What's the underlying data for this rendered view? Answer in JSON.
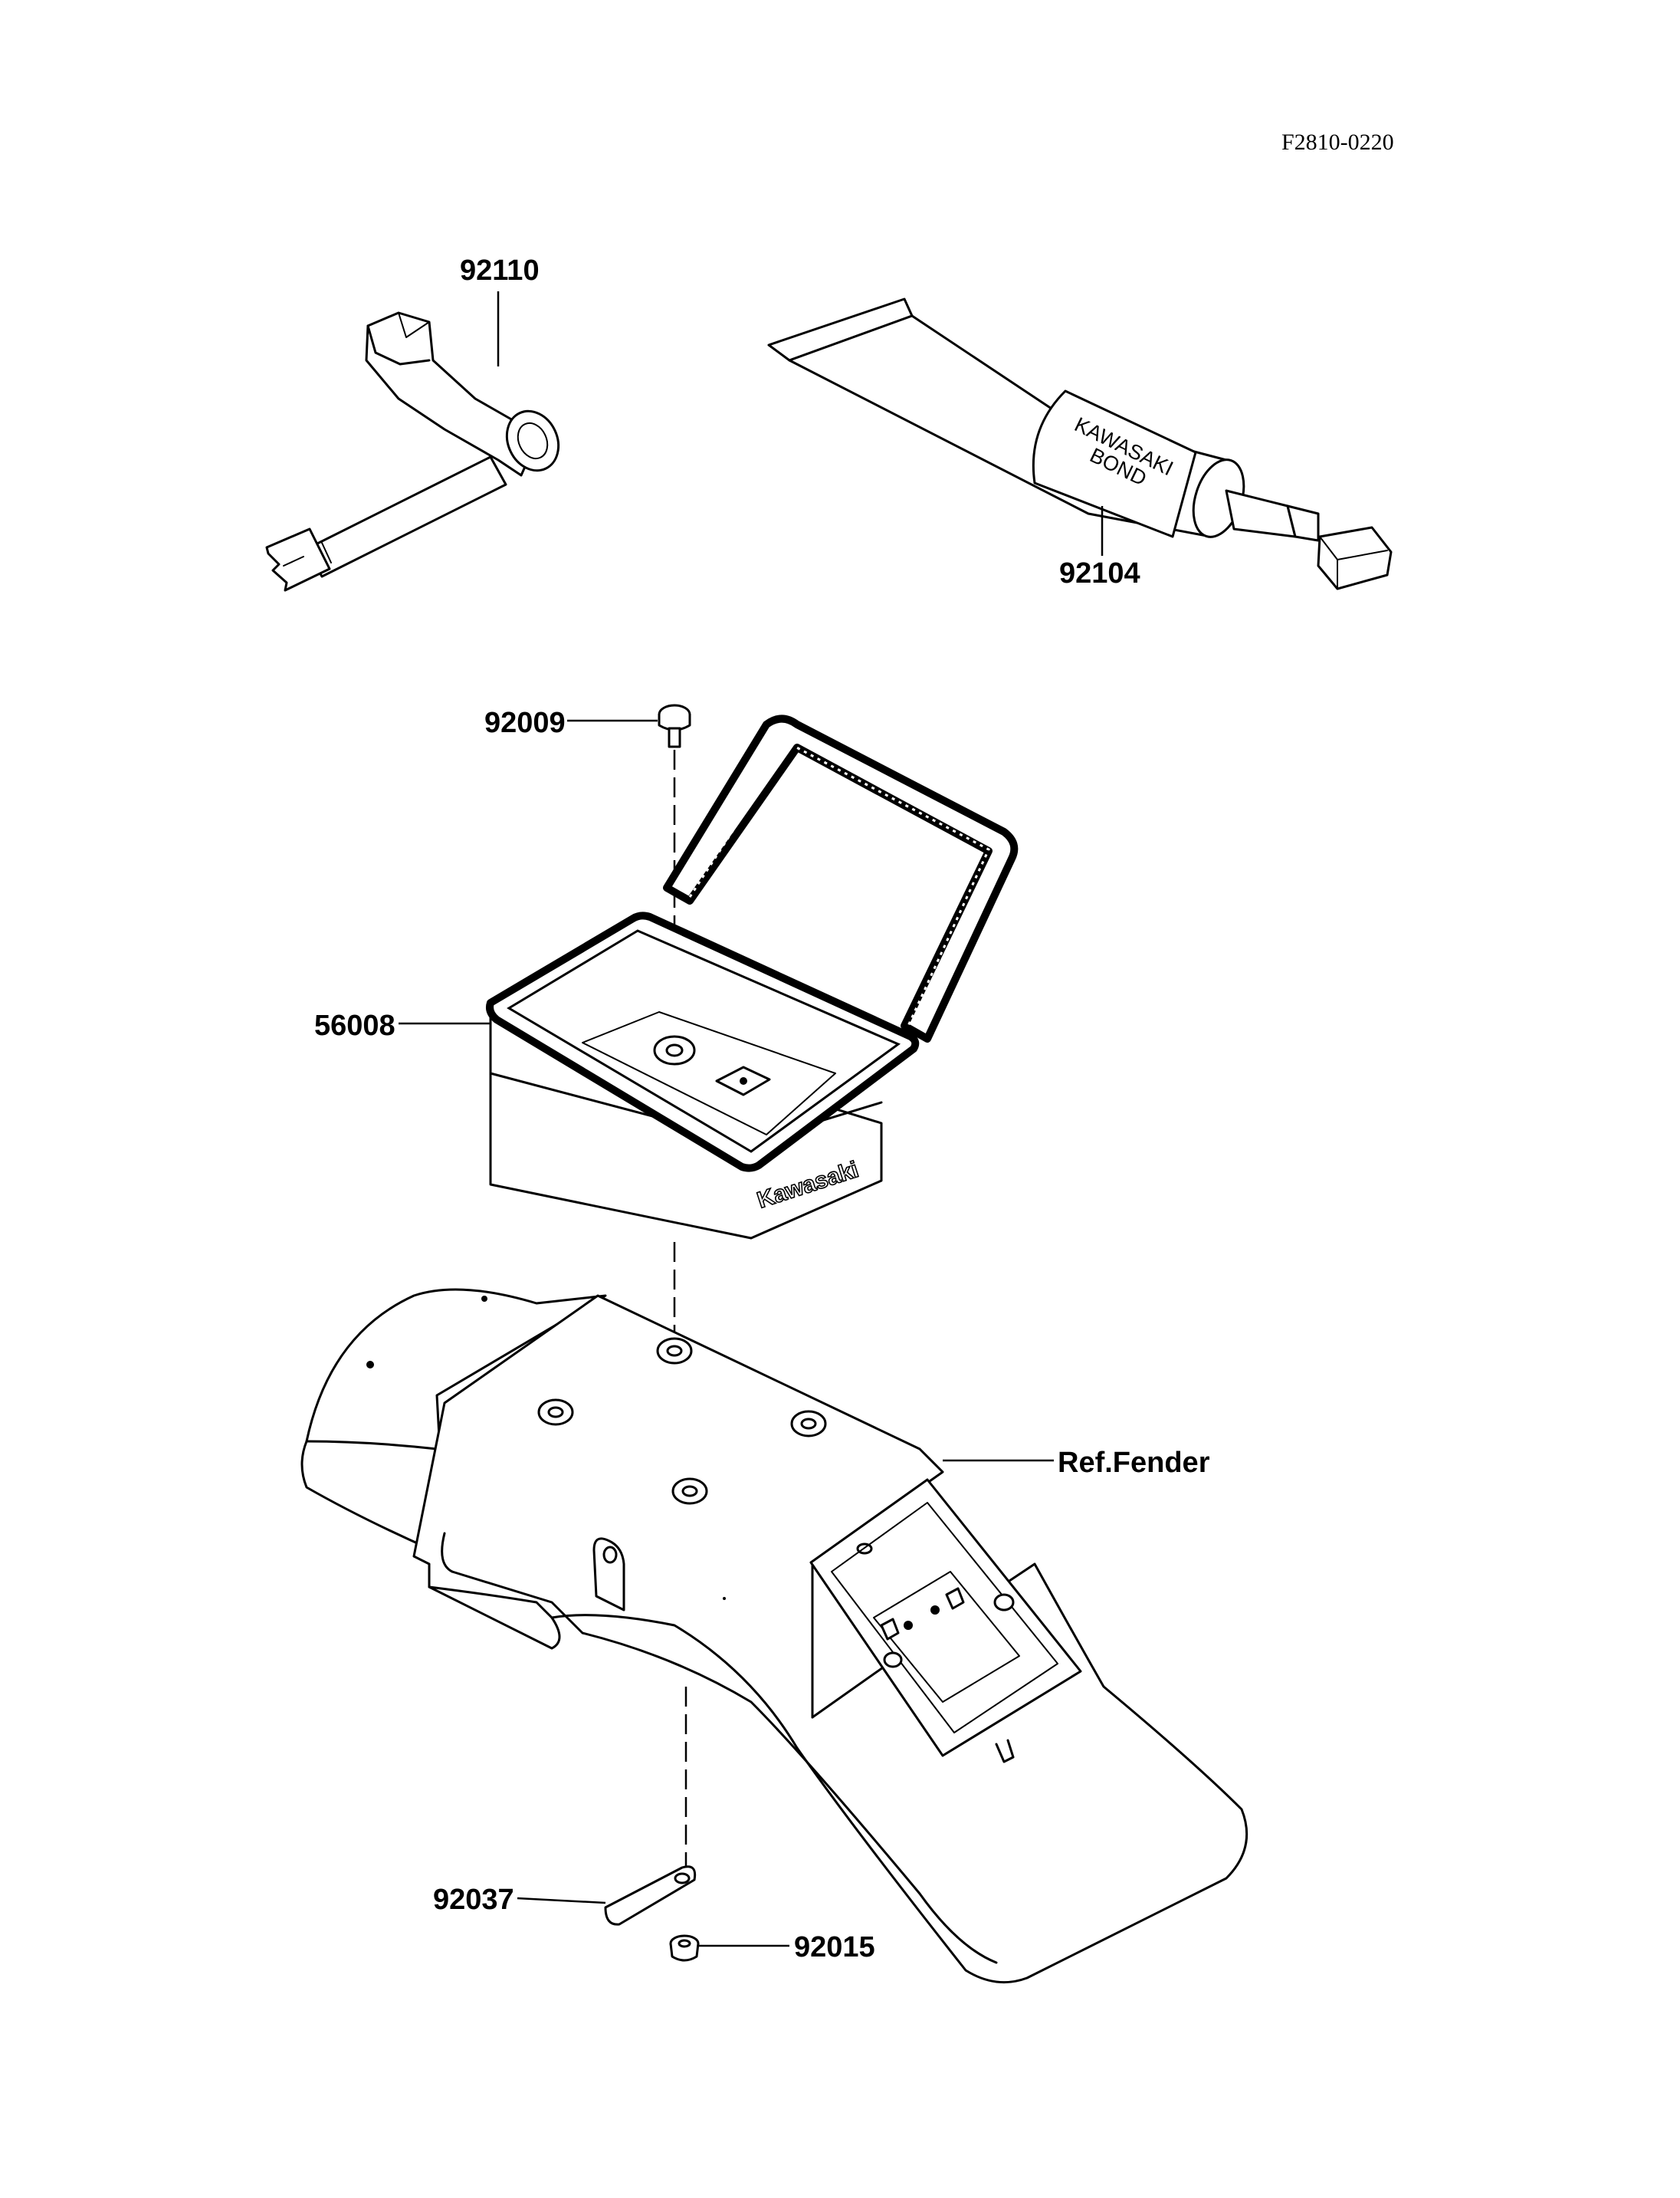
{
  "diagram_code": "F2810-0220",
  "parts": {
    "wrench": "92110",
    "bond_tube": "92104",
    "bolt": "92009",
    "tool_case": "56008",
    "fender_ref": "Ref.Fender",
    "plate": "92037",
    "nut": "92015"
  },
  "branding": {
    "case_logo": "Kawasaki",
    "tube_line1": "KAWASAKI",
    "tube_line2": "BOND"
  }
}
